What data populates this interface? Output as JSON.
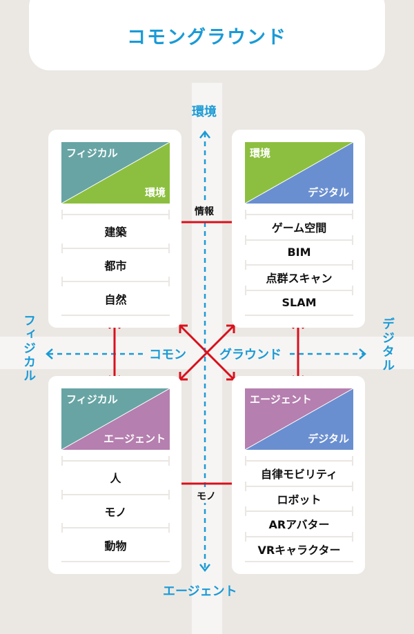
{
  "title": "コモングラウンド",
  "axes": {
    "top": "環境",
    "bottom": "エージェント",
    "left": "フィジカル",
    "right": "デジタル",
    "center_left": "コモン",
    "center_right": "グラウンド"
  },
  "links": {
    "top": "情報",
    "bottom": "モノ"
  },
  "colors": {
    "physical": "#68a4a4",
    "environment": "#8cbf3f",
    "digital": "#6a8fd0",
    "agent": "#b57faf",
    "arrow_red": "#d9101c",
    "arrow_blue": "#1a9ad6"
  },
  "cards": [
    {
      "top_label": "フィジカル",
      "bottom_label": "環境",
      "items": [
        "建築",
        "都市",
        "自然"
      ]
    },
    {
      "top_label": "環境",
      "bottom_label": "デジタル",
      "items": [
        "ゲーム空間",
        "BIM",
        "点群スキャン",
        "SLAM"
      ]
    },
    {
      "top_label": "フィジカル",
      "bottom_label": "エージェント",
      "items": [
        "人",
        "モノ",
        "動物"
      ]
    },
    {
      "top_label": "エージェント",
      "bottom_label": "デジタル",
      "items": [
        "自律モビリティ",
        "ロボット",
        "ARアバター",
        "VRキャラクター"
      ]
    }
  ]
}
